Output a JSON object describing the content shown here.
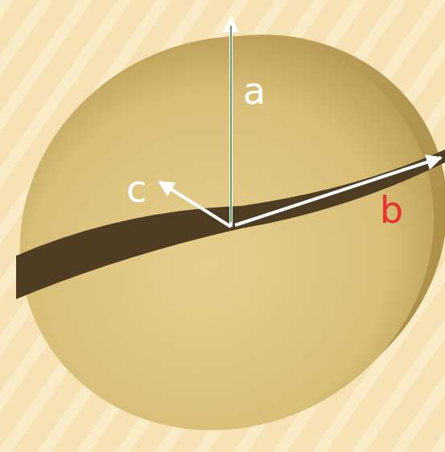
{
  "diagram": {
    "labels": [
      "a",
      "c",
      "b"
    ]
  }
}
